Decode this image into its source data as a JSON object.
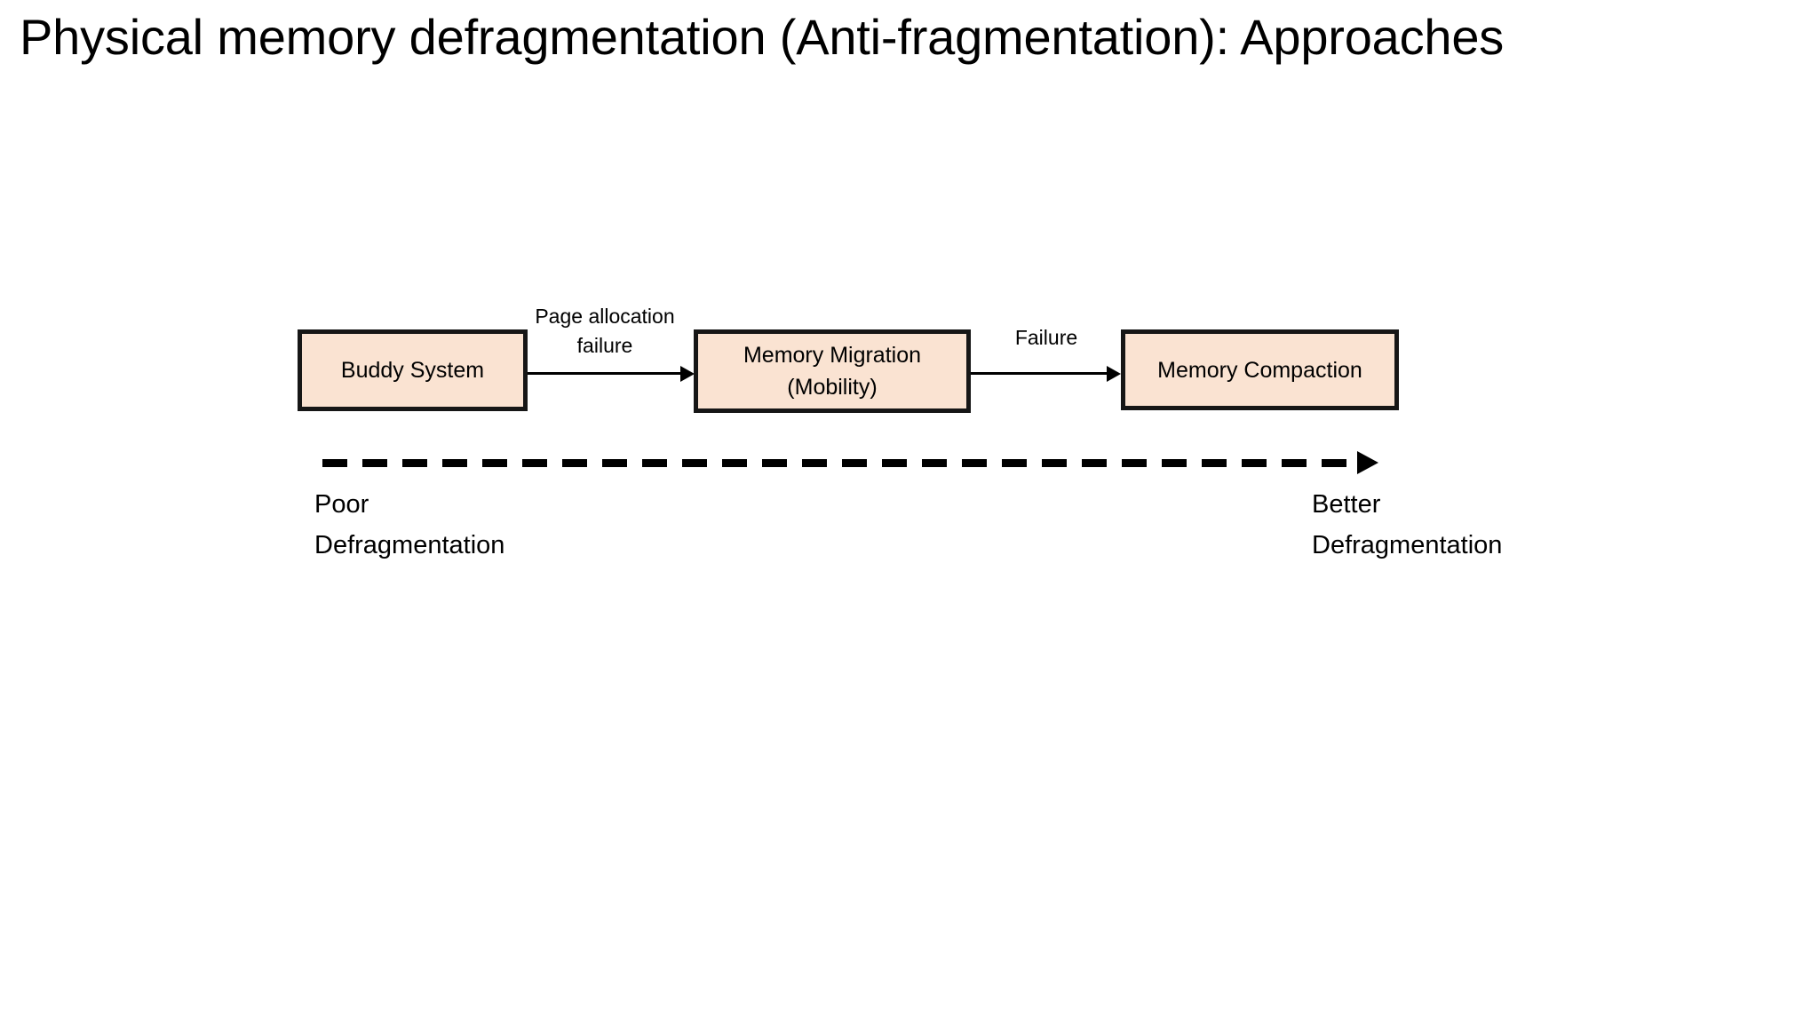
{
  "slide": {
    "title": "Physical memory defragmentation (Anti-fragmentation): Approaches",
    "background_color": "#ffffff"
  },
  "diagram": {
    "type": "flow",
    "box_fill_color": "#FAE3D2",
    "box_border_color": "#161616",
    "line_color": "#000000",
    "boxes": [
      {
        "id": "buddy-system",
        "label": "Buddy System"
      },
      {
        "id": "memory-migration",
        "label": "Memory Migration\n(Mobility)"
      },
      {
        "id": "memory-compaction",
        "label": "Memory Compaction"
      }
    ],
    "edges": [
      {
        "id": "edge-1",
        "from": "buddy-system",
        "to": "memory-migration",
        "label": "Page allocation\nfailure"
      },
      {
        "id": "edge-2",
        "from": "memory-migration",
        "to": "memory-compaction",
        "label": "Failure"
      }
    ],
    "spectrum": {
      "style": "dashed-arrow",
      "direction": "left-to-right",
      "left_caption": "Poor\nDefragmentation",
      "right_caption": "Better\nDefragmentation"
    }
  }
}
